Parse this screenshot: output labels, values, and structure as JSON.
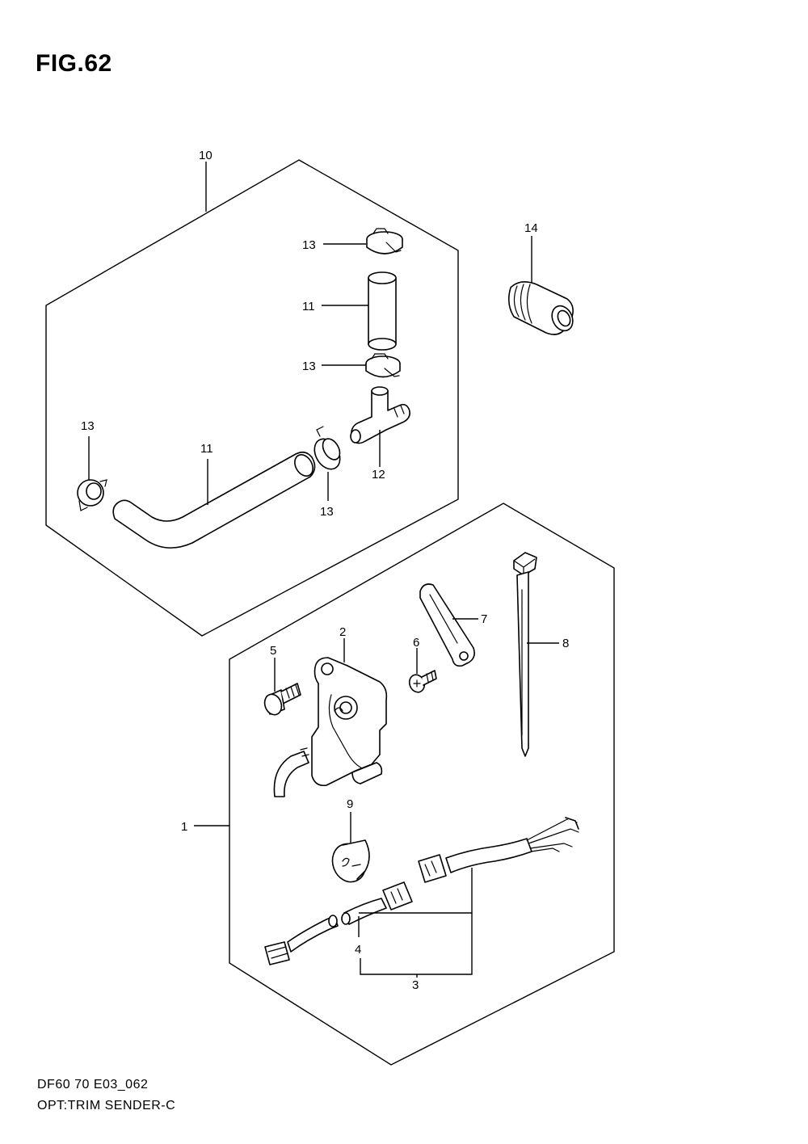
{
  "figure": {
    "title": "FIG.62",
    "code": "DF60 70 E03_062",
    "name": "OPT:TRIM SENDER-C"
  },
  "callouts": {
    "c1": "1",
    "c2": "2",
    "c3": "3",
    "c4": "4",
    "c5": "5",
    "c6": "6",
    "c7": "7",
    "c8": "8",
    "c9": "9",
    "c10": "10",
    "c11a": "11",
    "c11b": "11",
    "c12": "12",
    "c13a": "13",
    "c13b": "13",
    "c13c": "13",
    "c13d": "13",
    "c14": "14"
  }
}
